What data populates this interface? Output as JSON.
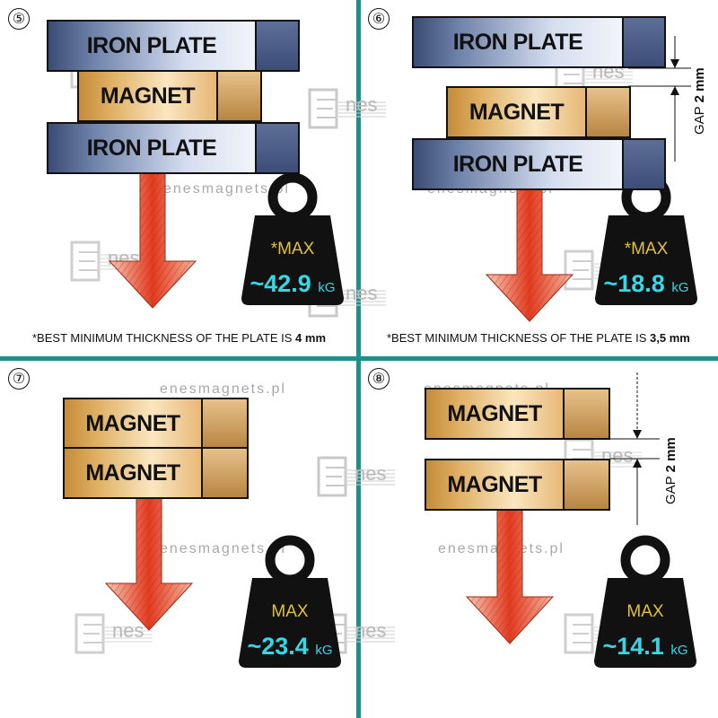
{
  "labels": {
    "iron": "IRON PLATE",
    "magnet": "MAGNET"
  },
  "watermark": {
    "site": "enesmagnets.pl",
    "logo_text": "nes"
  },
  "quadrants": [
    {
      "number": "⑤",
      "max_label": "*MAX",
      "value": "~42.9",
      "unit": "kG",
      "note_prefix": "*BEST MINIMUM THICKNESS OF THE PLATE IS",
      "note_value": "4 mm"
    },
    {
      "number": "⑥",
      "max_label": "*MAX",
      "value": "~18.8",
      "unit": "kG",
      "gap_label": "GAP",
      "gap_value": "2 mm",
      "note_prefix": "*BEST MINIMUM THICKNESS OF THE PLATE IS",
      "note_value": "3,5 mm"
    },
    {
      "number": "⑦",
      "max_label": "MAX",
      "value": "~23.4",
      "unit": "kG"
    },
    {
      "number": "⑧",
      "max_label": "MAX",
      "value": "~14.1",
      "unit": "kG",
      "gap_label": "GAP",
      "gap_value": "2 mm"
    }
  ],
  "colors": {
    "divider": "#1f8f8c",
    "arrow": "#e23b1f",
    "weight": "#111111",
    "max_text": "#e3c03a",
    "value_text": "#36d7e6"
  }
}
